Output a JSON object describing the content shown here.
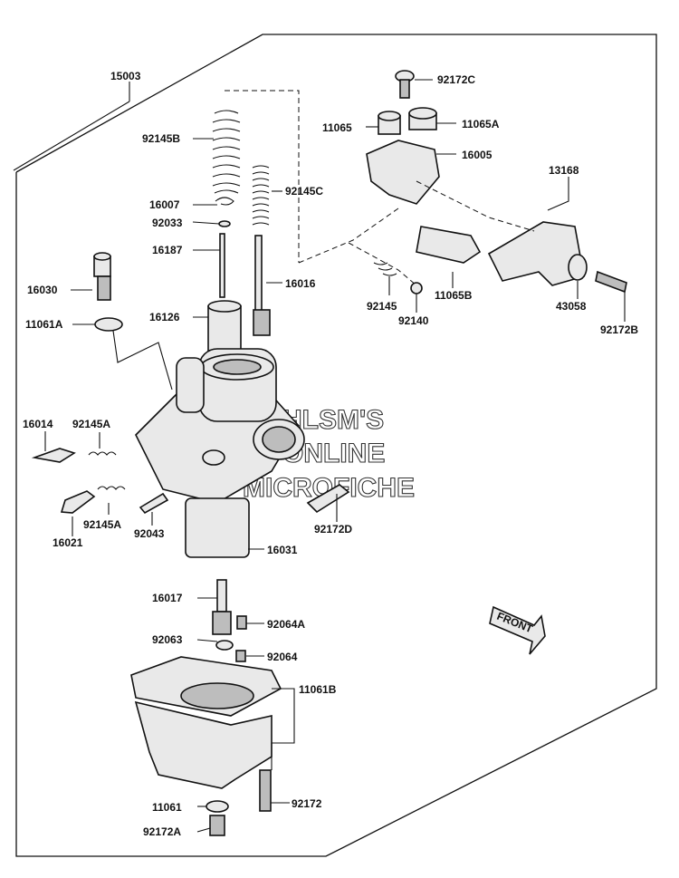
{
  "diagram": {
    "labels": {
      "p15003": "15003",
      "p92172C": "92172C",
      "p11065": "11065",
      "p11065A": "11065A",
      "p16005": "16005",
      "p13168": "13168",
      "p92145B": "92145B",
      "p92145C": "92145C",
      "p16007": "16007",
      "p92033": "92033",
      "p16187": "16187",
      "p16016": "16016",
      "p16030": "16030",
      "p11061A": "11061A",
      "p16126": "16126",
      "p92145": "92145",
      "p92140": "92140",
      "p11065B": "11065B",
      "p43058": "43058",
      "p92172B": "92172B",
      "p16014": "16014",
      "p92145A_top": "92145A",
      "p92145A_bot": "92145A",
      "p16021": "16021",
      "p92043": "92043",
      "p92172D": "92172D",
      "p16031": "16031",
      "p16017": "16017",
      "p92064A": "92064A",
      "p92063": "92063",
      "p92064": "92064",
      "p11061B": "11061B",
      "p11061": "11061",
      "p92172": "92172",
      "p92172A": "92172A"
    },
    "watermark": {
      "line1": "HLSM'S",
      "line2": "ONLINE",
      "line3": "MICROFICHE"
    },
    "front_arrow": "FRONT"
  }
}
